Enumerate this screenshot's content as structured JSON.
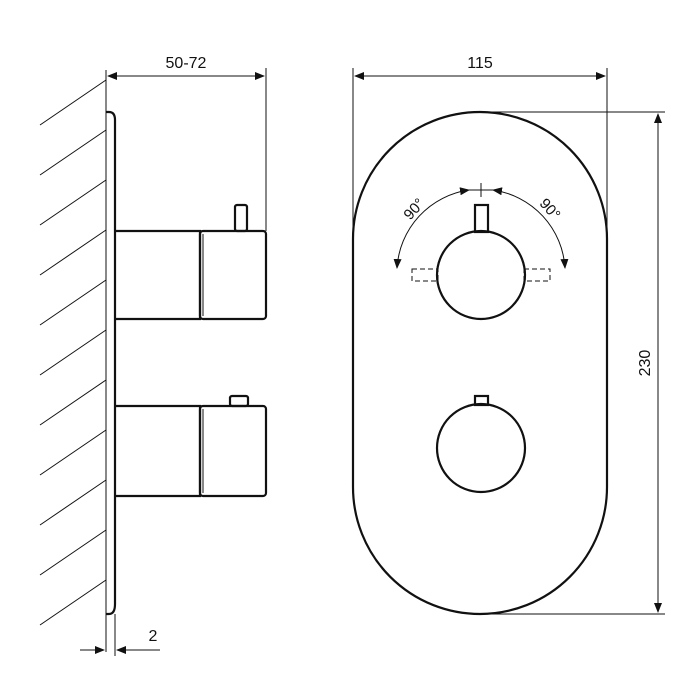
{
  "dimensions": {
    "depth": "50-72",
    "width": "115",
    "height": "230",
    "plate_thickness": "2"
  },
  "rotation_labels": {
    "left": "90°",
    "right": "90°"
  },
  "line_color": "#111111",
  "background": "#ffffff"
}
